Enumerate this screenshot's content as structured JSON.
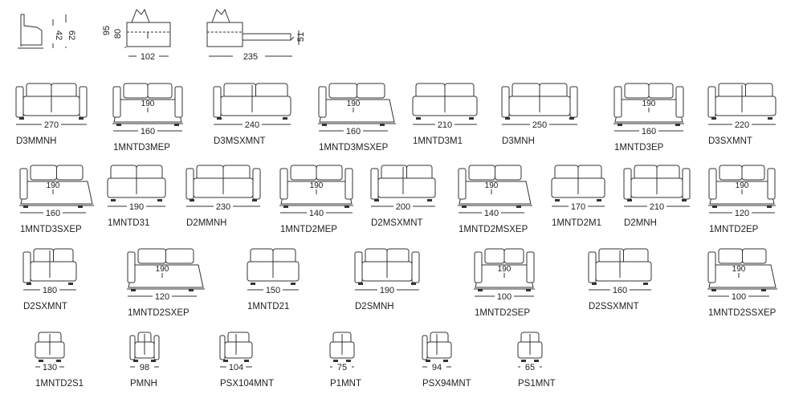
{
  "overview": {
    "heights": {
      "seat": "42",
      "total": "62"
    },
    "side_dims": {
      "total": "95",
      "inner": "80",
      "width": "102"
    },
    "bed_dims": {
      "width": "235",
      "height": "51"
    }
  },
  "rows": [
    [
      {
        "code": "D3MMNH",
        "dim": "270",
        "bed": "",
        "type": "sofa-arms"
      },
      {
        "code": "1MNTD3MEP",
        "dim": "160",
        "bed": "190",
        "type": "bed-arms"
      },
      {
        "code": "D3MSXMNT",
        "dim": "240",
        "bed": "",
        "type": "sofa-left"
      },
      {
        "code": "1MNTD3MSXEP",
        "dim": "160",
        "bed": "190",
        "type": "bed-left"
      },
      {
        "code": "1MNTD3M1",
        "dim": "210",
        "bed": "",
        "type": "sofa-noarm"
      },
      {
        "code": "D3MNH",
        "dim": "250",
        "bed": "",
        "type": "sofa-arms"
      },
      {
        "code": "1MNTD3EP",
        "dim": "160",
        "bed": "190",
        "type": "bed-arms"
      },
      {
        "code": "D3SXMNT",
        "dim": "220",
        "bed": "",
        "type": "sofa-left"
      }
    ],
    [
      {
        "code": "1MNTD3SXEP",
        "dim": "160",
        "bed": "190",
        "type": "bed-left"
      },
      {
        "code": "1MNTD31",
        "dim": "190",
        "bed": "",
        "type": "sofa-noarm"
      },
      {
        "code": "D2MMNH",
        "dim": "230",
        "bed": "",
        "type": "sofa-arms"
      },
      {
        "code": "1MNTD2MEP",
        "dim": "140",
        "bed": "190",
        "type": "bed-arms"
      },
      {
        "code": "D2MSXMNT",
        "dim": "200",
        "bed": "",
        "type": "sofa-left"
      },
      {
        "code": "1MNTD2MSXEP",
        "dim": "140",
        "bed": "190",
        "type": "bed-left"
      },
      {
        "code": "1MNTD2M1",
        "dim": "170",
        "bed": "",
        "type": "sofa-noarm"
      },
      {
        "code": "D2MNH",
        "dim": "210",
        "bed": "",
        "type": "sofa-arms"
      },
      {
        "code": "1MNTD2EP",
        "dim": "120",
        "bed": "190",
        "type": "bed-arms"
      }
    ],
    [
      {
        "code": "D2SXMNT",
        "dim": "180",
        "bed": "",
        "type": "sofa-left"
      },
      {
        "code": "1MNTD2SXEP",
        "dim": "120",
        "bed": "190",
        "type": "bed-left"
      },
      {
        "code": "1MNTD21",
        "dim": "150",
        "bed": "",
        "type": "sofa-noarm"
      },
      {
        "code": "D2SMNH",
        "dim": "190",
        "bed": "",
        "type": "sofa-arms"
      },
      {
        "code": "1MNTD2SEP",
        "dim": "100",
        "bed": "190",
        "type": "bed-arms"
      },
      {
        "code": "D2SSXMNT",
        "dim": "160",
        "bed": "",
        "type": "sofa-left"
      },
      {
        "code": "1MNTD2SSXEP",
        "dim": "100",
        "bed": "190",
        "type": "bed-left"
      }
    ],
    [
      {
        "code": "1MNTD2S1",
        "dim": "130",
        "bed": "",
        "type": "chair-noarm"
      },
      {
        "code": "PMNH",
        "dim": "98",
        "bed": "",
        "type": "chair-arms"
      },
      {
        "code": "PSX104MNT",
        "dim": "104",
        "bed": "",
        "type": "chair-left"
      },
      {
        "code": "P1MNT",
        "dim": "75",
        "bed": "",
        "type": "chair-noarm"
      },
      {
        "code": "PSX94MNT",
        "dim": "94",
        "bed": "",
        "type": "chair-left"
      },
      {
        "code": "PS1MNT",
        "dim": "65",
        "bed": "",
        "type": "chair-noarm"
      }
    ]
  ]
}
